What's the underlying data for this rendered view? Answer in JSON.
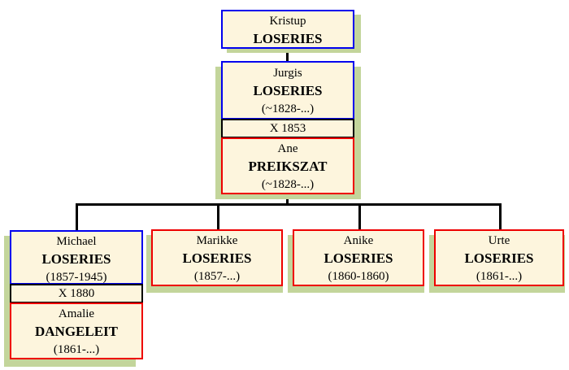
{
  "colors": {
    "male_border": "#0000ee",
    "female_border": "#ee0000",
    "box_fill": "#fdf5dd",
    "shadow": "#c3d59b"
  },
  "people": {
    "kristup": {
      "given": "Kristup",
      "surname": "LOSERIES"
    },
    "jurgis": {
      "given": "Jurgis",
      "surname": "LOSERIES",
      "dates": "(~1828-...)"
    },
    "ane": {
      "given": "Ane",
      "surname": "PREIKSZAT",
      "dates": "(~1828-...)"
    },
    "michael": {
      "given": "Michael",
      "surname": "LOSERIES",
      "dates": "(1857-1945)"
    },
    "amalie": {
      "given": "Amalie",
      "surname": "DANGELEIT",
      "dates": "(1861-...)"
    },
    "marikke": {
      "given": "Marikke",
      "surname": "LOSERIES",
      "dates": "(1857-...)"
    },
    "anike": {
      "given": "Anike",
      "surname": "LOSERIES",
      "dates": "(1860-1860)"
    },
    "urte": {
      "given": "Urte",
      "surname": "LOSERIES",
      "dates": "(1861-...)"
    }
  },
  "marriages": {
    "jurgis_ane": "X 1853",
    "michael_amalie": "X 1880"
  }
}
